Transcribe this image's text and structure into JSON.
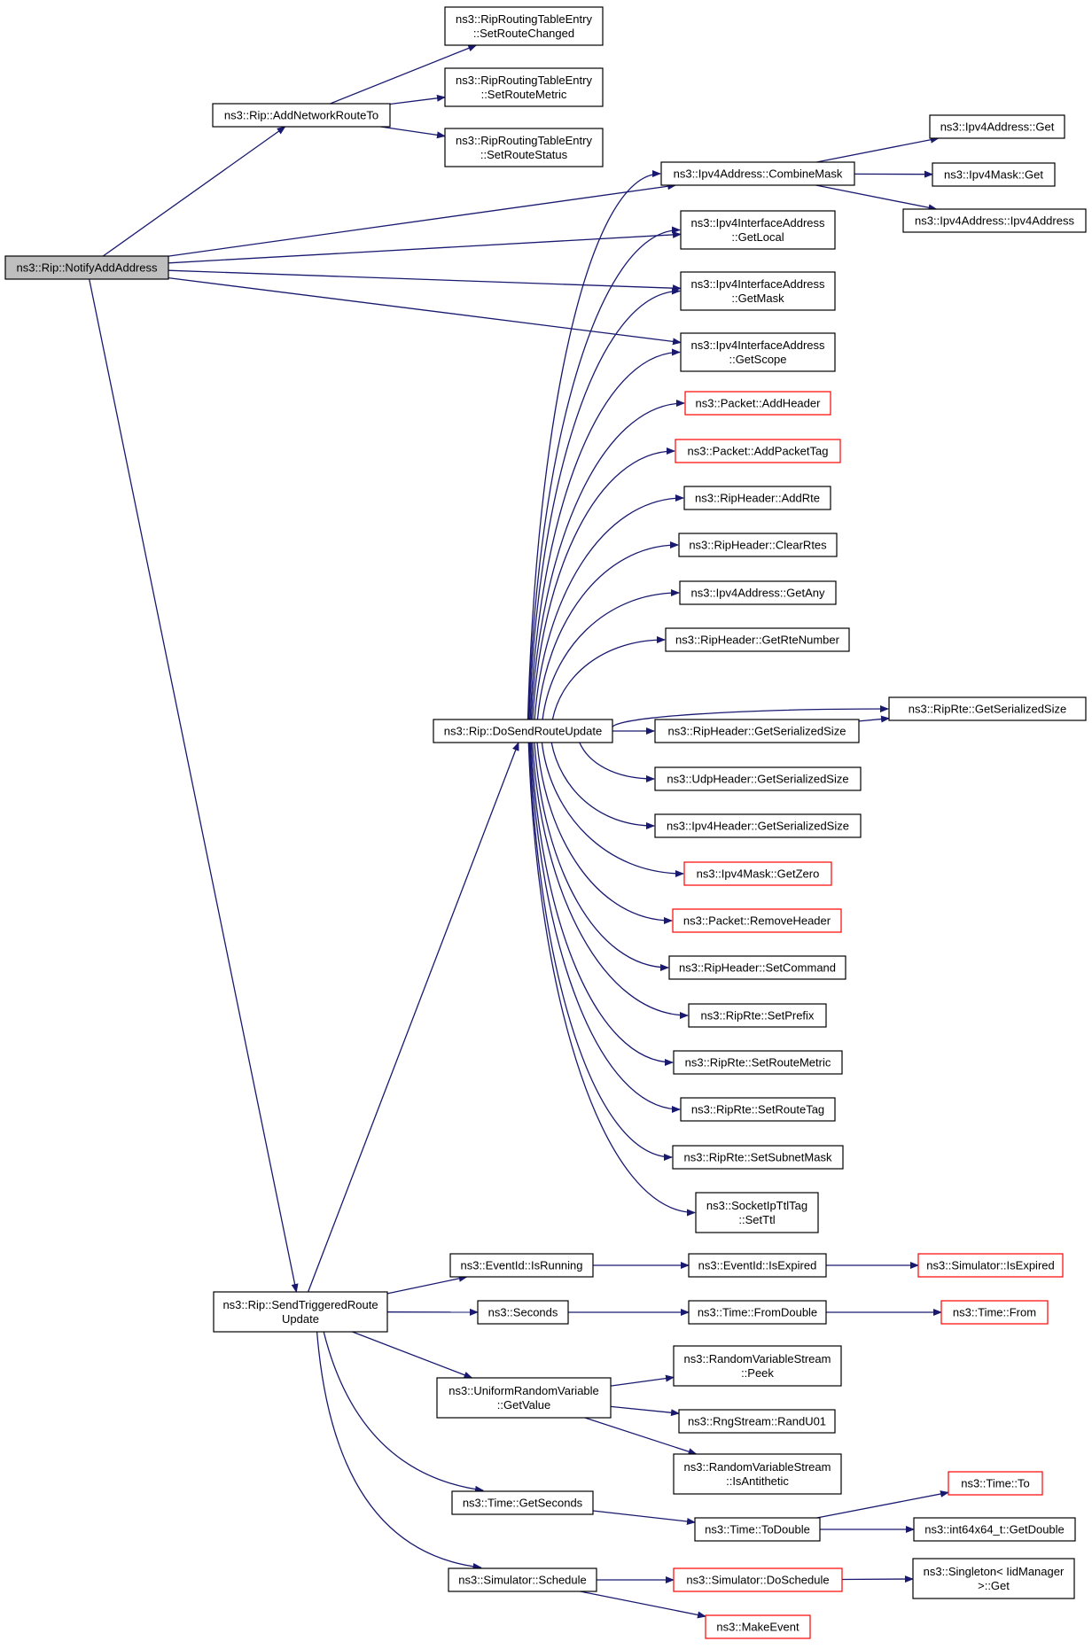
{
  "colors": {
    "edge": "#191970",
    "normal_border": "#000000",
    "truncated_border": "#ff0000",
    "current_fill": "#bfbfbf"
  },
  "nodes": [
    {
      "id": "notify",
      "lines": [
        "ns3::Rip::NotifyAddAddress"
      ],
      "style": "current"
    },
    {
      "id": "addnet",
      "lines": [
        "ns3::Rip::AddNetworkRouteTo"
      ],
      "style": "normal"
    },
    {
      "id": "setchanged",
      "lines": [
        "ns3::RipRoutingTableEntry",
        "::SetRouteChanged"
      ],
      "style": "normal"
    },
    {
      "id": "setmetric",
      "lines": [
        "ns3::RipRoutingTableEntry",
        "::SetRouteMetric"
      ],
      "style": "normal"
    },
    {
      "id": "setstatus",
      "lines": [
        "ns3::RipRoutingTableEntry",
        "::SetRouteStatus"
      ],
      "style": "normal"
    },
    {
      "id": "combinemask",
      "lines": [
        "ns3::Ipv4Address::CombineMask"
      ],
      "style": "normal"
    },
    {
      "id": "addrget",
      "lines": [
        "ns3::Ipv4Address::Get"
      ],
      "style": "normal"
    },
    {
      "id": "maskget",
      "lines": [
        "ns3::Ipv4Mask::Get"
      ],
      "style": "normal"
    },
    {
      "id": "addrctor",
      "lines": [
        "ns3::Ipv4Address::Ipv4Address"
      ],
      "style": "normal"
    },
    {
      "id": "getlocal",
      "lines": [
        "ns3::Ipv4InterfaceAddress",
        "::GetLocal"
      ],
      "style": "normal"
    },
    {
      "id": "getmask",
      "lines": [
        "ns3::Ipv4InterfaceAddress",
        "::GetMask"
      ],
      "style": "normal"
    },
    {
      "id": "getscope",
      "lines": [
        "ns3::Ipv4InterfaceAddress",
        "::GetScope"
      ],
      "style": "normal"
    },
    {
      "id": "addheader",
      "lines": [
        "ns3::Packet::AddHeader"
      ],
      "style": "red"
    },
    {
      "id": "addpackettag",
      "lines": [
        "ns3::Packet::AddPacketTag"
      ],
      "style": "red"
    },
    {
      "id": "addrte",
      "lines": [
        "ns3::RipHeader::AddRte"
      ],
      "style": "normal"
    },
    {
      "id": "clearrtes",
      "lines": [
        "ns3::RipHeader::ClearRtes"
      ],
      "style": "normal"
    },
    {
      "id": "getany",
      "lines": [
        "ns3::Ipv4Address::GetAny"
      ],
      "style": "normal"
    },
    {
      "id": "getrtenumber",
      "lines": [
        "ns3::RipHeader::GetRteNumber"
      ],
      "style": "normal"
    },
    {
      "id": "rtesersize",
      "lines": [
        "ns3::RipRte::GetSerializedSize"
      ],
      "style": "normal"
    },
    {
      "id": "dosend",
      "lines": [
        "ns3::Rip::DoSendRouteUpdate"
      ],
      "style": "normal"
    },
    {
      "id": "ripheadersersize",
      "lines": [
        "ns3::RipHeader::GetSerializedSize"
      ],
      "style": "normal"
    },
    {
      "id": "udpsersize",
      "lines": [
        "ns3::UdpHeader::GetSerializedSize"
      ],
      "style": "normal"
    },
    {
      "id": "ipv4sersize",
      "lines": [
        "ns3::Ipv4Header::GetSerializedSize"
      ],
      "style": "normal"
    },
    {
      "id": "getzero",
      "lines": [
        "ns3::Ipv4Mask::GetZero"
      ],
      "style": "red"
    },
    {
      "id": "removeheader",
      "lines": [
        "ns3::Packet::RemoveHeader"
      ],
      "style": "red"
    },
    {
      "id": "setcommand",
      "lines": [
        "ns3::RipHeader::SetCommand"
      ],
      "style": "normal"
    },
    {
      "id": "setprefix",
      "lines": [
        "ns3::RipRte::SetPrefix"
      ],
      "style": "normal"
    },
    {
      "id": "rtesetmetric",
      "lines": [
        "ns3::RipRte::SetRouteMetric"
      ],
      "style": "normal"
    },
    {
      "id": "setroutetag",
      "lines": [
        "ns3::RipRte::SetRouteTag"
      ],
      "style": "normal"
    },
    {
      "id": "setsubnetmask",
      "lines": [
        "ns3::RipRte::SetSubnetMask"
      ],
      "style": "normal"
    },
    {
      "id": "setttl",
      "lines": [
        "ns3::SocketIpTtlTag",
        "::SetTtl"
      ],
      "style": "normal"
    },
    {
      "id": "sendtriggered",
      "lines": [
        "ns3::Rip::SendTriggeredRoute",
        "Update"
      ],
      "style": "normal"
    },
    {
      "id": "isrunning",
      "lines": [
        "ns3::EventId::IsRunning"
      ],
      "style": "normal"
    },
    {
      "id": "isexpired",
      "lines": [
        "ns3::EventId::IsExpired"
      ],
      "style": "normal"
    },
    {
      "id": "simisexpired",
      "lines": [
        "ns3::Simulator::IsExpired"
      ],
      "style": "red"
    },
    {
      "id": "seconds",
      "lines": [
        "ns3::Seconds"
      ],
      "style": "normal"
    },
    {
      "id": "fromdouble",
      "lines": [
        "ns3::Time::FromDouble"
      ],
      "style": "normal"
    },
    {
      "id": "timefrom",
      "lines": [
        "ns3::Time::From"
      ],
      "style": "red"
    },
    {
      "id": "urvgetvalue",
      "lines": [
        "ns3::UniformRandomVariable",
        "::GetValue"
      ],
      "style": "normal"
    },
    {
      "id": "peek",
      "lines": [
        "ns3::RandomVariableStream",
        "::Peek"
      ],
      "style": "normal"
    },
    {
      "id": "randu01",
      "lines": [
        "ns3::RngStream::RandU01"
      ],
      "style": "normal"
    },
    {
      "id": "isantithetic",
      "lines": [
        "ns3::RandomVariableStream",
        "::IsAntithetic"
      ],
      "style": "normal"
    },
    {
      "id": "getseconds",
      "lines": [
        "ns3::Time::GetSeconds"
      ],
      "style": "normal"
    },
    {
      "id": "todouble",
      "lines": [
        "ns3::Time::ToDouble"
      ],
      "style": "normal"
    },
    {
      "id": "timeto",
      "lines": [
        "ns3::Time::To"
      ],
      "style": "red"
    },
    {
      "id": "int64getdouble",
      "lines": [
        "ns3::int64x64_t::GetDouble"
      ],
      "style": "normal"
    },
    {
      "id": "schedule",
      "lines": [
        "ns3::Simulator::Schedule"
      ],
      "style": "normal"
    },
    {
      "id": "doschedule",
      "lines": [
        "ns3::Simulator::DoSchedule"
      ],
      "style": "red"
    },
    {
      "id": "singletonget",
      "lines": [
        "ns3::Singleton< IidManager",
        ">::Get"
      ],
      "style": "normal"
    },
    {
      "id": "makeevent",
      "lines": [
        "ns3::MakeEvent"
      ],
      "style": "red"
    }
  ],
  "edges": [
    [
      "notify",
      "addnet"
    ],
    [
      "notify",
      "combinemask"
    ],
    [
      "notify",
      "getlocal"
    ],
    [
      "notify",
      "getmask"
    ],
    [
      "notify",
      "getscope"
    ],
    [
      "notify",
      "sendtriggered"
    ],
    [
      "addnet",
      "setchanged"
    ],
    [
      "addnet",
      "setmetric"
    ],
    [
      "addnet",
      "setstatus"
    ],
    [
      "combinemask",
      "addrget"
    ],
    [
      "combinemask",
      "maskget"
    ],
    [
      "combinemask",
      "addrctor"
    ],
    [
      "dosend",
      "combinemask"
    ],
    [
      "dosend",
      "getlocal"
    ],
    [
      "dosend",
      "getmask"
    ],
    [
      "dosend",
      "getscope"
    ],
    [
      "dosend",
      "addheader"
    ],
    [
      "dosend",
      "addpackettag"
    ],
    [
      "dosend",
      "addrte"
    ],
    [
      "dosend",
      "clearrtes"
    ],
    [
      "dosend",
      "getany"
    ],
    [
      "dosend",
      "getrtenumber"
    ],
    [
      "dosend",
      "rtesersize"
    ],
    [
      "dosend",
      "ripheadersersize"
    ],
    [
      "dosend",
      "udpsersize"
    ],
    [
      "dosend",
      "ipv4sersize"
    ],
    [
      "dosend",
      "getzero"
    ],
    [
      "dosend",
      "removeheader"
    ],
    [
      "dosend",
      "setcommand"
    ],
    [
      "dosend",
      "setprefix"
    ],
    [
      "dosend",
      "rtesetmetric"
    ],
    [
      "dosend",
      "setroutetag"
    ],
    [
      "dosend",
      "setsubnetmask"
    ],
    [
      "dosend",
      "setttl"
    ],
    [
      "ripheadersersize",
      "rtesersize"
    ],
    [
      "sendtriggered",
      "dosend"
    ],
    [
      "sendtriggered",
      "isrunning"
    ],
    [
      "sendtriggered",
      "seconds"
    ],
    [
      "sendtriggered",
      "urvgetvalue"
    ],
    [
      "sendtriggered",
      "getseconds"
    ],
    [
      "sendtriggered",
      "schedule"
    ],
    [
      "isrunning",
      "isexpired"
    ],
    [
      "isexpired",
      "simisexpired"
    ],
    [
      "seconds",
      "fromdouble"
    ],
    [
      "fromdouble",
      "timefrom"
    ],
    [
      "urvgetvalue",
      "peek"
    ],
    [
      "urvgetvalue",
      "randu01"
    ],
    [
      "urvgetvalue",
      "isantithetic"
    ],
    [
      "getseconds",
      "todouble"
    ],
    [
      "todouble",
      "timeto"
    ],
    [
      "todouble",
      "int64getdouble"
    ],
    [
      "schedule",
      "doschedule"
    ],
    [
      "schedule",
      "makeevent"
    ],
    [
      "doschedule",
      "singletonget"
    ]
  ]
}
